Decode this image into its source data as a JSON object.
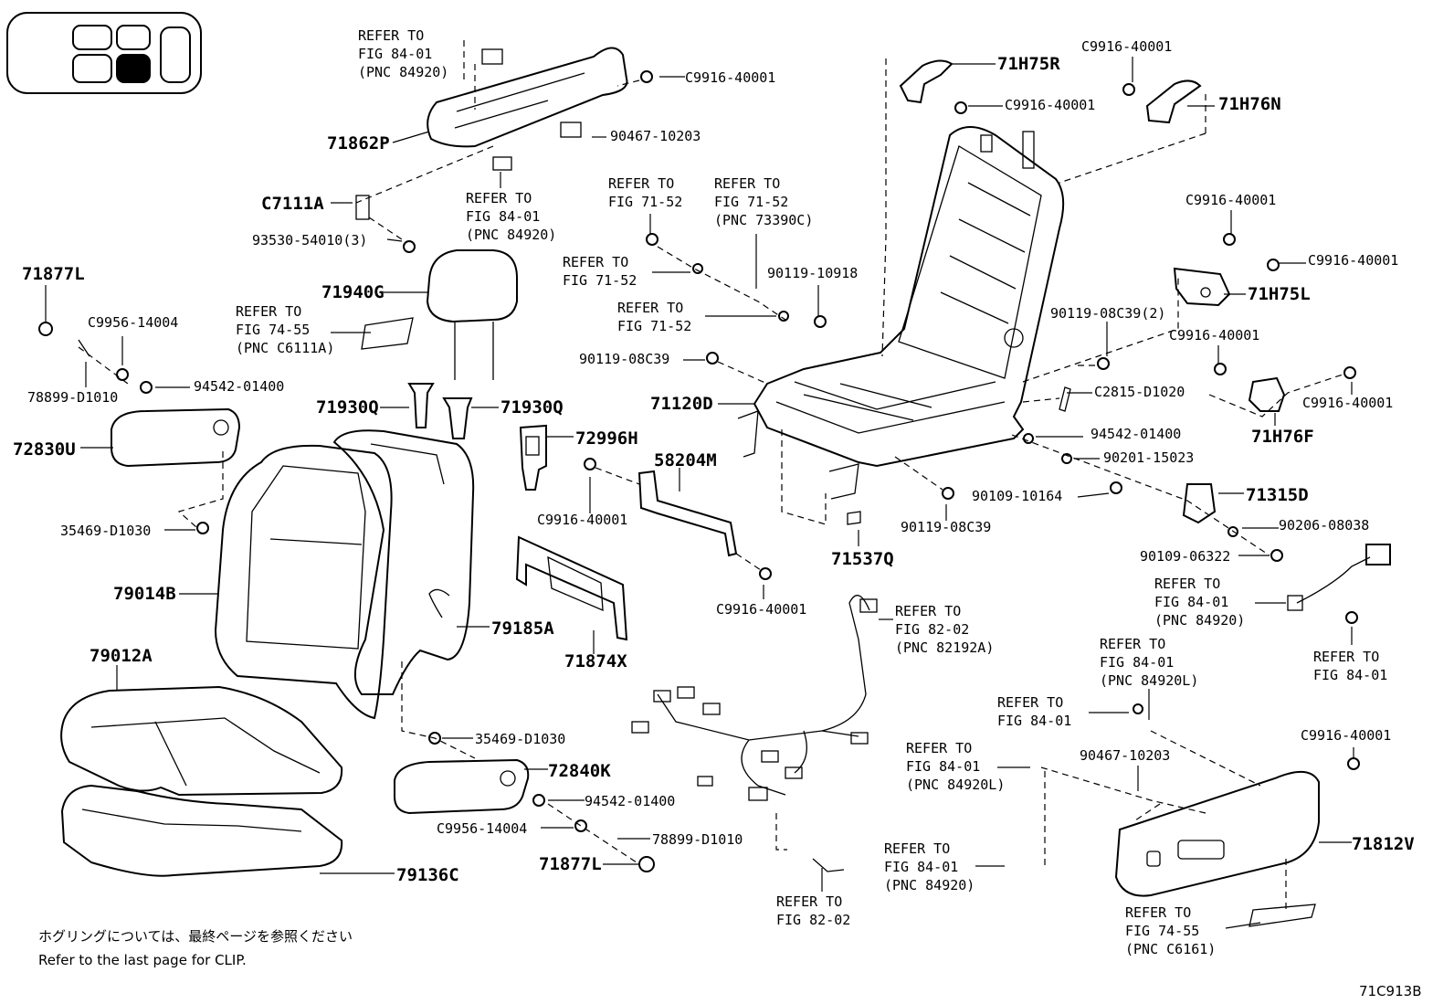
{
  "diagram_id": "71C913B",
  "footer_note_ja": "ホグリングについては、最終ページを参照ください",
  "footer_note_en": "Refer to the last page for CLIP.",
  "labels": [
    {
      "id": "l1",
      "lines": [
        "REFER TO",
        "FIG 84-01",
        "(PNC 84920)"
      ]
    },
    {
      "id": "l2",
      "lines": [
        "C9916-40001"
      ]
    },
    {
      "id": "l3",
      "lines": [
        "71862P"
      ]
    },
    {
      "id": "l4",
      "lines": [
        "90467-10203"
      ]
    },
    {
      "id": "l5",
      "lines": [
        "C7111A"
      ]
    },
    {
      "id": "l6",
      "lines": [
        "REFER TO",
        "FIG 84-01",
        "(PNC 84920)"
      ]
    },
    {
      "id": "l7",
      "lines": [
        "93530-54010(3)"
      ]
    },
    {
      "id": "l8",
      "lines": [
        "71877L"
      ]
    },
    {
      "id": "l9",
      "lines": [
        "C9956-14004"
      ]
    },
    {
      "id": "l10",
      "lines": [
        "78899-D1010"
      ]
    },
    {
      "id": "l11",
      "lines": [
        "94542-01400"
      ]
    },
    {
      "id": "l12",
      "lines": [
        "71940G"
      ]
    },
    {
      "id": "l13",
      "lines": [
        "REFER TO",
        "FIG 74-55",
        "(PNC C6111A)"
      ]
    },
    {
      "id": "l14",
      "lines": [
        "71930Q"
      ]
    },
    {
      "id": "l15",
      "lines": [
        "71930Q"
      ]
    },
    {
      "id": "l16",
      "lines": [
        "72830U"
      ]
    },
    {
      "id": "l17",
      "lines": [
        "35469-D1030"
      ]
    },
    {
      "id": "l18",
      "lines": [
        "79014B"
      ]
    },
    {
      "id": "l19",
      "lines": [
        "79012A"
      ]
    },
    {
      "id": "l20",
      "lines": [
        "79185A"
      ]
    },
    {
      "id": "l21",
      "lines": [
        "79136C"
      ]
    },
    {
      "id": "l22",
      "lines": [
        "35469-D1030"
      ]
    },
    {
      "id": "l23",
      "lines": [
        "72840K"
      ]
    },
    {
      "id": "l24",
      "lines": [
        "94542-01400"
      ]
    },
    {
      "id": "l25",
      "lines": [
        "C9956-14004"
      ]
    },
    {
      "id": "l26",
      "lines": [
        "78899-D1010"
      ]
    },
    {
      "id": "l27",
      "lines": [
        "71877L"
      ]
    },
    {
      "id": "l28",
      "lines": [
        "REFER TO",
        "FIG 71-52"
      ]
    },
    {
      "id": "l29",
      "lines": [
        "REFER TO",
        "FIG 71-52",
        "(PNC 73390C)"
      ]
    },
    {
      "id": "l30",
      "lines": [
        "REFER TO",
        "FIG 71-52"
      ]
    },
    {
      "id": "l31",
      "lines": [
        "90119-10918"
      ]
    },
    {
      "id": "l32",
      "lines": [
        "REFER TO",
        "FIG 71-52"
      ]
    },
    {
      "id": "l33",
      "lines": [
        "90119-08C39"
      ]
    },
    {
      "id": "l34",
      "lines": [
        "71120D"
      ]
    },
    {
      "id": "l35",
      "lines": [
        "72996H"
      ]
    },
    {
      "id": "l36",
      "lines": [
        "58204M"
      ]
    },
    {
      "id": "l37",
      "lines": [
        "C9916-40001"
      ]
    },
    {
      "id": "l38",
      "lines": [
        "C9916-40001"
      ]
    },
    {
      "id": "l39",
      "lines": [
        "71874X"
      ]
    },
    {
      "id": "l40",
      "lines": [
        "71537Q"
      ]
    },
    {
      "id": "l41",
      "lines": [
        "90119-08C39"
      ]
    },
    {
      "id": "l42",
      "lines": [
        "REFER TO",
        "FIG 82-02",
        "(PNC 82192A)"
      ]
    },
    {
      "id": "l43",
      "lines": [
        "REFER TO",
        "FIG 82-02"
      ]
    },
    {
      "id": "l44",
      "lines": [
        "71H75R"
      ]
    },
    {
      "id": "l45",
      "lines": [
        "C9916-40001"
      ]
    },
    {
      "id": "l46",
      "lines": [
        "C9916-40001"
      ]
    },
    {
      "id": "l47",
      "lines": [
        "71H76N"
      ]
    },
    {
      "id": "l48",
      "lines": [
        "C9916-40001"
      ]
    },
    {
      "id": "l49",
      "lines": [
        "C9916-40001"
      ]
    },
    {
      "id": "l50",
      "lines": [
        "71H75L"
      ]
    },
    {
      "id": "l51",
      "lines": [
        "90119-08C39(2)"
      ]
    },
    {
      "id": "l52",
      "lines": [
        "C9916-40001"
      ]
    },
    {
      "id": "l53",
      "lines": [
        "C2815-D1020"
      ]
    },
    {
      "id": "l54",
      "lines": [
        "C9916-40001"
      ]
    },
    {
      "id": "l55",
      "lines": [
        "71H76F"
      ]
    },
    {
      "id": "l56",
      "lines": [
        "94542-01400"
      ]
    },
    {
      "id": "l57",
      "lines": [
        "90201-15023"
      ]
    },
    {
      "id": "l58",
      "lines": [
        "90109-10164"
      ]
    },
    {
      "id": "l59",
      "lines": [
        "71315D"
      ]
    },
    {
      "id": "l60",
      "lines": [
        "90206-08038"
      ]
    },
    {
      "id": "l61",
      "lines": [
        "90109-06322"
      ]
    },
    {
      "id": "l62",
      "lines": [
        "REFER TO",
        "FIG 84-01",
        "(PNC 84920)"
      ]
    },
    {
      "id": "l63",
      "lines": [
        "REFER TO",
        "FIG 84-01"
      ]
    },
    {
      "id": "l64",
      "lines": [
        "REFER TO",
        "FIG 84-01",
        "(PNC 84920L)"
      ]
    },
    {
      "id": "l65",
      "lines": [
        "REFER TO",
        "FIG 84-01"
      ]
    },
    {
      "id": "l66",
      "lines": [
        "REFER TO",
        "FIG 84-01",
        "(PNC 84920L)"
      ]
    },
    {
      "id": "l67",
      "lines": [
        "90467-10203"
      ]
    },
    {
      "id": "l68",
      "lines": [
        "C9916-40001"
      ]
    },
    {
      "id": "l69",
      "lines": [
        "REFER TO",
        "FIG 84-01",
        "(PNC 84920)"
      ]
    },
    {
      "id": "l70",
      "lines": [
        "71812V"
      ]
    },
    {
      "id": "l71",
      "lines": [
        "REFER TO",
        "FIG 74-55",
        "(PNC C6161)"
      ]
    }
  ]
}
